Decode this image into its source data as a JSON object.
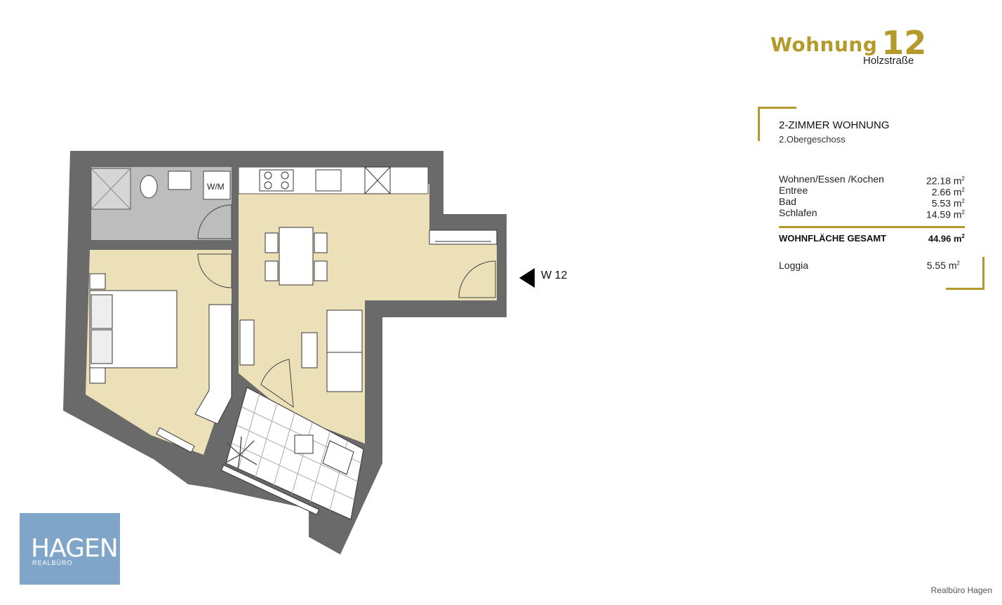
{
  "header": {
    "title_word": "Wohnung",
    "title_number": "12",
    "street": "Holzstraße"
  },
  "info": {
    "apartment_type": "2-ZIMMER WOHNUNG",
    "floor": "2.Obergeschoss",
    "rooms": [
      {
        "name": "Wohnen/Essen /Kochen",
        "area": "22.18 m",
        "unit_sup": "2"
      },
      {
        "name": "Entree",
        "area": "2.66 m",
        "unit_sup": "2"
      },
      {
        "name": "Bad",
        "area": "5.53 m",
        "unit_sup": "2"
      },
      {
        "name": "Schlafen",
        "area": "14.59 m",
        "unit_sup": "2"
      }
    ],
    "total_label": "WOHNFLÄCHE GESAMT",
    "total_value": "44.96 m",
    "total_sup": "2",
    "loggia_label": "Loggia",
    "loggia_value": "5.55 m",
    "loggia_sup": "2"
  },
  "plan": {
    "entry_label": "W 12",
    "washer_label": "W/M"
  },
  "logo": {
    "text": "HAGEN",
    "subtext": "REALBÜRO"
  },
  "credit": "Realbüro Hagen",
  "colors": {
    "accent": "#b39a2a",
    "wall": "#6a6a6a",
    "living_floor": "#ece0b8",
    "bath_floor": "#bdbdbd",
    "logo_bg": "#7fa6c9"
  }
}
